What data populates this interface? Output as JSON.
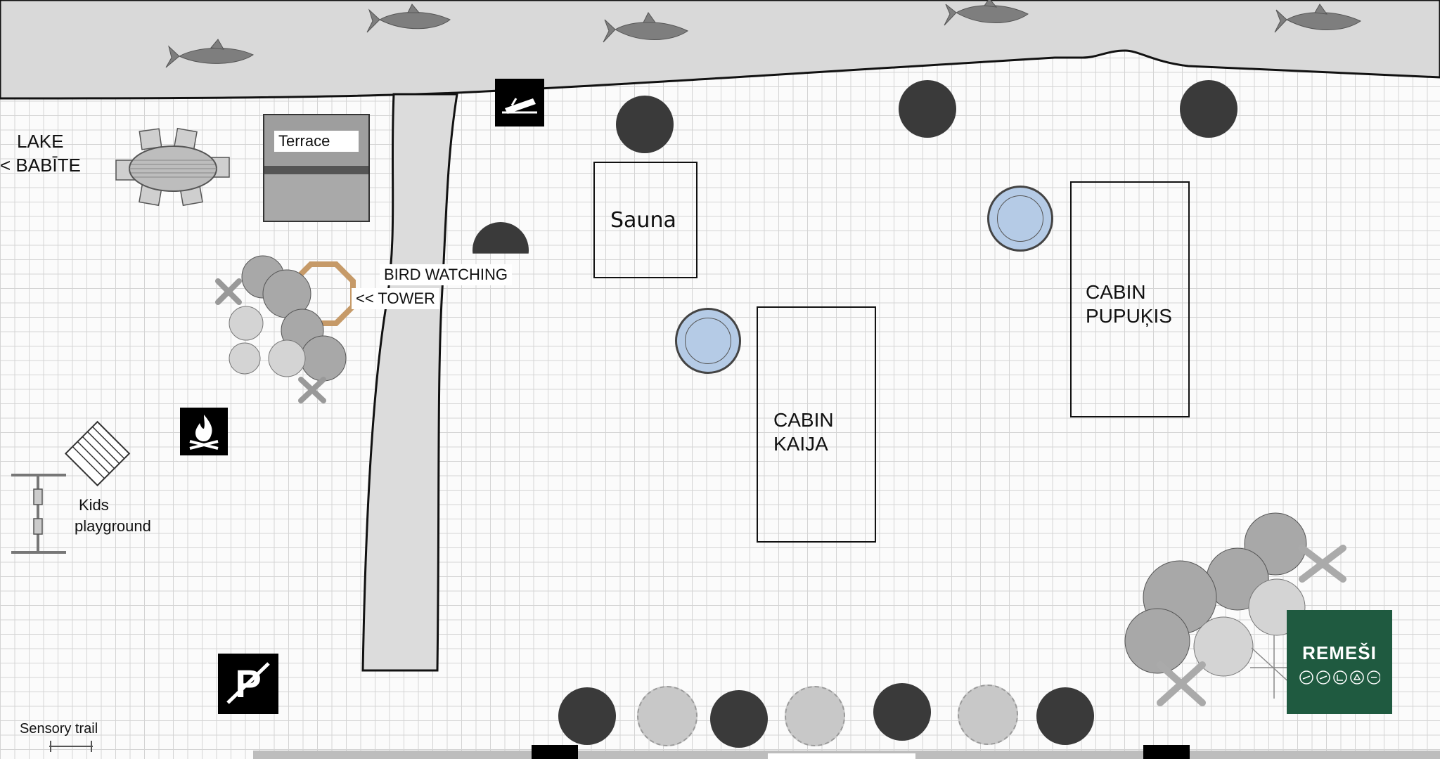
{
  "labels": {
    "lake_line1": "LAKE",
    "lake_line2": "< BABĪTE",
    "terrace": "Terrace",
    "bird_line1": "BIRD WATCHING",
    "bird_line2": "<< TOWER",
    "sauna": "Sauna",
    "cabin_kaija_line1": "CABIN",
    "cabin_kaija_line2": "KAIJA",
    "cabin_pupukis_line1": "CABIN",
    "cabin_pupukis_line2": "PUPUĶIS",
    "kids_line1": "Kids",
    "kids_line2": "playground",
    "sensory_trail": "Sensory trail"
  },
  "logo": {
    "name": "REMEŠI"
  },
  "icons": {
    "fire": "campfire-icon",
    "parking": "no-parking-icon",
    "boat": "boat-dock-icon",
    "fish": "fish-icon"
  },
  "colors": {
    "lake": "#d9d9d9",
    "logo_bg": "#1f5a40",
    "hot_tub": "#b5cbe6",
    "tower": "#c69a68",
    "tree_dark": "#3a3a3a",
    "tree_light": "#c8c8c8"
  }
}
